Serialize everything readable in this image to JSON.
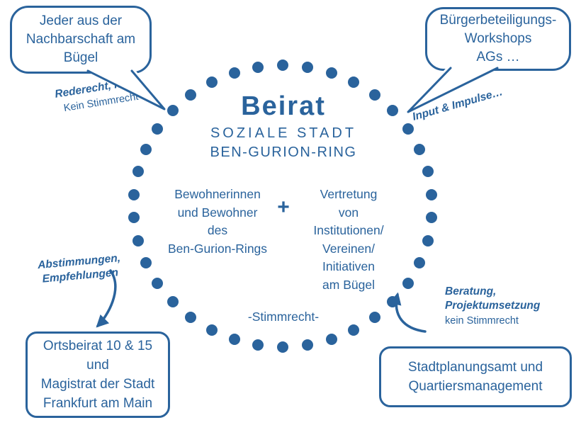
{
  "colors": {
    "primary": "#2a639c"
  },
  "center": {
    "title": "Beirat",
    "subtitle1": "SOZIALE STADT",
    "subtitle2": "BEN-GURION-RING",
    "left_group": "Bewohnerinnen\nund Bewohner\ndes\nBen-Gurion-Rings",
    "plus": "+",
    "right_group": "Vertretung\nvon\nInstitutionen/\nVereinen/\nInitiativen\nam Bügel",
    "voting": "-Stimmrecht-"
  },
  "top_left": {
    "bubble": "Jeder aus der\nNachbarschaft am\nBügel",
    "note_bold": "Rederecht, Ideen",
    "note_regular": "Kein Stimmrecht"
  },
  "top_right": {
    "bubble": "Bürgerbeteiligungs-\nWorkshops\nAGs …",
    "note_bold": "Input & Impulse…"
  },
  "bottom_left": {
    "box": "Ortsbeirat 10 & 15\nund\nMagistrat der Stadt\nFrankfurt am Main",
    "note_bold": "Abstimmungen,\nEmpfehlungen"
  },
  "bottom_right": {
    "box": "Stadtplanungsamt und\nQuartiersmanagement",
    "note_bold": "Beratung,\nProjektumsetzung",
    "note_regular": "kein Stimmrecht"
  }
}
